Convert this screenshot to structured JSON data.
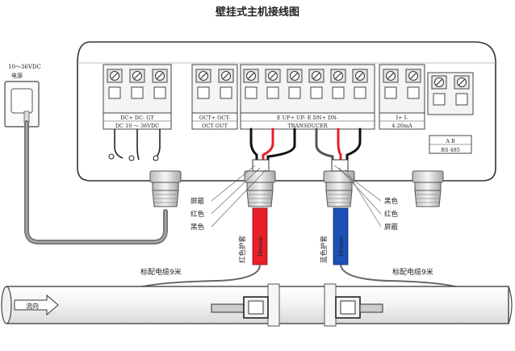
{
  "title": "壁挂式主机接线图",
  "power": {
    "voltage": "10～36VDC",
    "label": "电源"
  },
  "terminals": {
    "power_block": {
      "pins": "DC+ DC-  GT",
      "caption": "DC 10 ～ 36VDC"
    },
    "oct_block": {
      "pins": "OCT+ OCT-",
      "caption": "OCT OUT"
    },
    "transducer_block": {
      "pins": "E  UP+ UP-    E  DN+ DN-",
      "caption": "TRANSDUCER"
    },
    "current_block": {
      "pins": "I+    I-",
      "caption": "4-20mA"
    },
    "rs485_block": {
      "pins": "A    B",
      "caption": "RS 485"
    }
  },
  "left_wires": [
    "屏蔽",
    "红色",
    "黑色"
  ],
  "right_wires": [
    "黑色",
    "红色",
    "屏蔽"
  ],
  "sheaths": {
    "red": {
      "label": "红色护套",
      "brand": "Dinsun"
    },
    "blue": {
      "label": "蓝色护套",
      "brand": "Dinsun"
    }
  },
  "cable_left": "标配电缆9米",
  "cable_right": "标配电缆9米",
  "flow_label": "流向",
  "colors": {
    "red": "#e8202a",
    "blue": "#1d4fb8",
    "black": "#111111",
    "cable_gray": "#777777"
  }
}
